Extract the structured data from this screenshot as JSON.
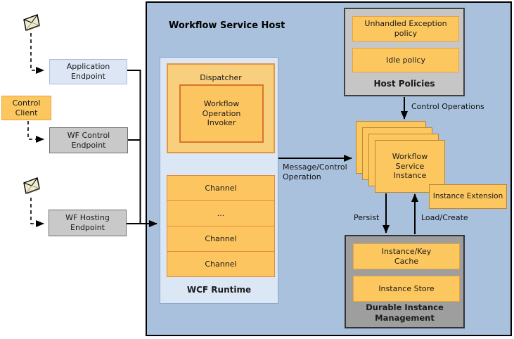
{
  "host": {
    "title": "Workflow Service Host"
  },
  "left": {
    "application_endpoint": "Application Endpoint",
    "control_client": "Control Client",
    "wf_control_endpoint": "WF Control Endpoint",
    "wf_hosting_endpoint": "WF Hosting Endpoint"
  },
  "wcf_runtime": {
    "label": "WCF Runtime",
    "dispatcher": "Dispatcher",
    "invoker": "Workflow Operation Invoker",
    "channels": [
      "Channel",
      "...",
      "Channel",
      "Channel"
    ]
  },
  "host_policies": {
    "label": "Host Policies",
    "items": [
      "Unhandled Exception policy",
      "Idle policy"
    ]
  },
  "instance": {
    "stack_label": "Workflow Service Instance",
    "extension": "Instance Extension"
  },
  "durable": {
    "label": "Durable Instance Management",
    "cache": "Instance/Key Cache",
    "store": "Instance Store"
  },
  "arrows": {
    "message": "Message/Control Operation",
    "control_ops": "Control Operations",
    "persist": "Persist",
    "load_create": "Load/Create"
  },
  "icons": {
    "message_icon_1": "envelope-icon",
    "message_icon_2": "envelope-icon"
  },
  "colors": {
    "host_background": "#a9c1dc",
    "runtime_background": "#dce7f5",
    "orange_fill": "#fcc75f",
    "orange_border": "#e8a33d",
    "dark_orange_border": "#bd862f",
    "endpoint_blue_fill": "#dce6f5",
    "grey_fill": "#c6c6c6",
    "dark_grey_fill": "#9e9e9e",
    "line_color": "#000000"
  }
}
